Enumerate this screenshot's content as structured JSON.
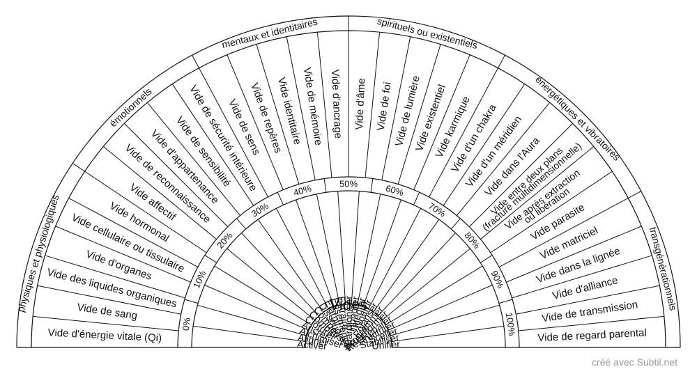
{
  "center_label": "Vides",
  "credit": "créé avec Subtil.net",
  "percent_ring": [
    "0%",
    "10%",
    "20%",
    "30%",
    "40%",
    "50%",
    "60%",
    "70%",
    "80%",
    "90%",
    "100%"
  ],
  "actions": [
    "Activer",
    "Aligner",
    "Alchimiser",
    "Ancrer",
    "Clôturer",
    "Combler",
    "Compenser",
    "Dissoudre",
    "Elargir",
    "Ensemencer",
    "Extraire",
    "Harmoniser",
    "Honorer",
    "Intégrer",
    "Nourrir",
    "Polariser",
    "Programmer",
    "Réinformer",
    "Réparer",
    "Restructurer",
    "Sceller",
    "Stabiliser",
    "Unifier"
  ],
  "voids": [
    {
      "lines": [
        "Vide d'énergie vitale (Qi)"
      ]
    },
    {
      "lines": [
        "Vide de sang"
      ]
    },
    {
      "lines": [
        "Vide des liquides organiques"
      ]
    },
    {
      "lines": [
        "Vide d'organes"
      ]
    },
    {
      "lines": [
        "Vide cellulaire ou tissulaire"
      ]
    },
    {
      "lines": [
        "Vide hormonal"
      ]
    },
    {
      "lines": [
        "Vide affectif"
      ]
    },
    {
      "lines": [
        "Vide de reconnaissance"
      ]
    },
    {
      "lines": [
        "Vide d'appartenance"
      ]
    },
    {
      "lines": [
        "Vide de sensibilité"
      ]
    },
    {
      "lines": [
        "Vide de sécurité intérieure"
      ]
    },
    {
      "lines": [
        "Vide de sens"
      ]
    },
    {
      "lines": [
        "Vide de repères"
      ]
    },
    {
      "lines": [
        "Vide identitaire"
      ]
    },
    {
      "lines": [
        "Vide de mémoire"
      ]
    },
    {
      "lines": [
        "Vide d'ancrage"
      ]
    },
    {
      "lines": [
        "Vide d'âme"
      ]
    },
    {
      "lines": [
        "Vide de foi"
      ]
    },
    {
      "lines": [
        "Vide de lumière"
      ]
    },
    {
      "lines": [
        "Vide existentiel"
      ]
    },
    {
      "lines": [
        "Vide karmique"
      ]
    },
    {
      "lines": [
        "Vide d'un chakra"
      ]
    },
    {
      "lines": [
        "Vide d'un méridien"
      ]
    },
    {
      "lines": [
        "Vide dans l'Aura"
      ]
    },
    {
      "lines": [
        "Vide entre deux plans",
        "(fracture multidimensionnelle)"
      ]
    },
    {
      "lines": [
        "Vide après extraction",
        "ou libération"
      ]
    },
    {
      "lines": [
        "Vide parasite"
      ]
    },
    {
      "lines": [
        "Vide matriciel"
      ]
    },
    {
      "lines": [
        "Vide dans la lignée"
      ]
    },
    {
      "lines": [
        "Vide d'alliance"
      ]
    },
    {
      "lines": [
        "Vide de transmission"
      ]
    },
    {
      "lines": [
        "Vide de regard parental"
      ]
    }
  ],
  "categories": [
    {
      "label": "physiques et physiologiques",
      "start": 0,
      "count": 6
    },
    {
      "label": "émotionnels",
      "start": 6,
      "count": 5
    },
    {
      "label": "mentaux et identitaires",
      "start": 11,
      "count": 5
    },
    {
      "label": "spirituels ou existentiels",
      "start": 16,
      "count": 5
    },
    {
      "label": "énergétiques et vibratoires",
      "start": 21,
      "count": 6
    },
    {
      "label": "transgénérationnels",
      "start": 27,
      "count": 5
    }
  ],
  "colors": {
    "line": "#111111",
    "background": "#ffffff",
    "credit": "#9a9a9a"
  }
}
